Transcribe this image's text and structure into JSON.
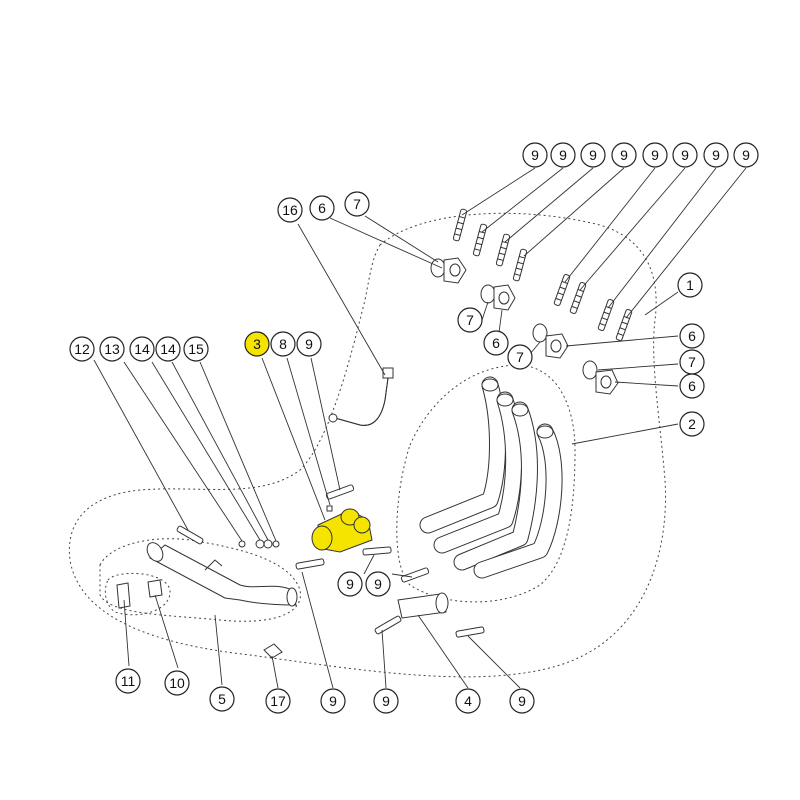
{
  "diagram": {
    "highlight_color": "#f5e400",
    "highlighted_part": "3"
  },
  "callouts": [
    {
      "id": "c-9a",
      "label": "9"
    },
    {
      "id": "c-9b",
      "label": "9"
    },
    {
      "id": "c-9c",
      "label": "9"
    },
    {
      "id": "c-9d",
      "label": "9"
    },
    {
      "id": "c-9e",
      "label": "9"
    },
    {
      "id": "c-9f",
      "label": "9"
    },
    {
      "id": "c-9g",
      "label": "9"
    },
    {
      "id": "c-9h",
      "label": "9"
    },
    {
      "id": "c-16",
      "label": "16"
    },
    {
      "id": "c-6a",
      "label": "6"
    },
    {
      "id": "c-7a",
      "label": "7"
    },
    {
      "id": "c-1",
      "label": "1"
    },
    {
      "id": "c-7b",
      "label": "7"
    },
    {
      "id": "c-6b",
      "label": "6"
    },
    {
      "id": "c-7c",
      "label": "7"
    },
    {
      "id": "c-6c",
      "label": "6"
    },
    {
      "id": "c-7d",
      "label": "7"
    },
    {
      "id": "c-6d",
      "label": "6"
    },
    {
      "id": "c-12",
      "label": "12"
    },
    {
      "id": "c-13",
      "label": "13"
    },
    {
      "id": "c-14a",
      "label": "14"
    },
    {
      "id": "c-14b",
      "label": "14"
    },
    {
      "id": "c-15",
      "label": "15"
    },
    {
      "id": "c-3",
      "label": "3"
    },
    {
      "id": "c-8",
      "label": "8"
    },
    {
      "id": "c-9i",
      "label": "9"
    },
    {
      "id": "c-2",
      "label": "2"
    },
    {
      "id": "c-9j",
      "label": "9"
    },
    {
      "id": "c-9k",
      "label": "9"
    },
    {
      "id": "c-11",
      "label": "11"
    },
    {
      "id": "c-10",
      "label": "10"
    },
    {
      "id": "c-5",
      "label": "5"
    },
    {
      "id": "c-17",
      "label": "17"
    },
    {
      "id": "c-9l",
      "label": "9"
    },
    {
      "id": "c-9m",
      "label": "9"
    },
    {
      "id": "c-4",
      "label": "4"
    },
    {
      "id": "c-9n",
      "label": "9"
    }
  ]
}
